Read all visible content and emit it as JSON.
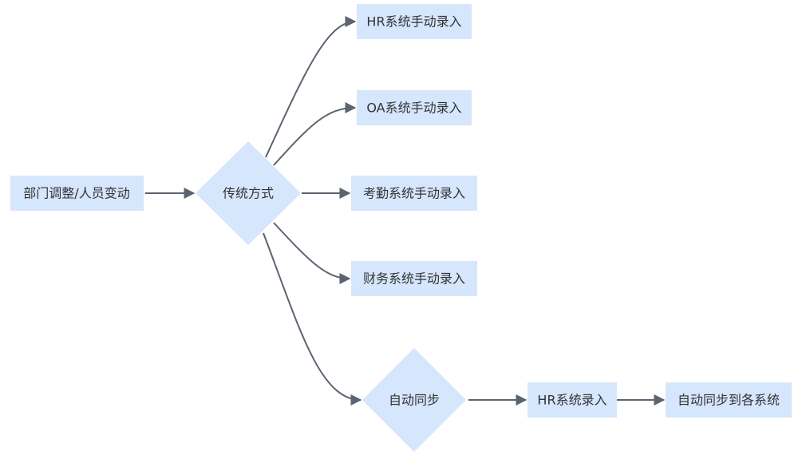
{
  "diagram": {
    "colors": {
      "node_fill": "#d6e6fc",
      "edge": "#5b6470",
      "text": "#333333",
      "background": "#ffffff"
    },
    "nodes": {
      "start": {
        "label": "部门调整/人员变动",
        "shape": "rect"
      },
      "traditional": {
        "label": "传统方式",
        "shape": "diamond"
      },
      "hr_manual": {
        "label": "HR系统手动录入",
        "shape": "rect"
      },
      "oa_manual": {
        "label": "OA系统手动录入",
        "shape": "rect"
      },
      "attendance_manual": {
        "label": "考勤系统手动录入",
        "shape": "rect"
      },
      "finance_manual": {
        "label": "财务系统手动录入",
        "shape": "rect"
      },
      "auto_sync": {
        "label": "自动同步",
        "shape": "diamond"
      },
      "hr_entry": {
        "label": "HR系统录入",
        "shape": "rect"
      },
      "sync_all": {
        "label": "自动同步到各系统",
        "shape": "rect"
      }
    },
    "edges": [
      {
        "from": "start",
        "to": "traditional"
      },
      {
        "from": "traditional",
        "to": "hr_manual"
      },
      {
        "from": "traditional",
        "to": "oa_manual"
      },
      {
        "from": "traditional",
        "to": "attendance_manual"
      },
      {
        "from": "traditional",
        "to": "finance_manual"
      },
      {
        "from": "traditional",
        "to": "auto_sync"
      },
      {
        "from": "auto_sync",
        "to": "hr_entry"
      },
      {
        "from": "hr_entry",
        "to": "sync_all"
      }
    ]
  }
}
